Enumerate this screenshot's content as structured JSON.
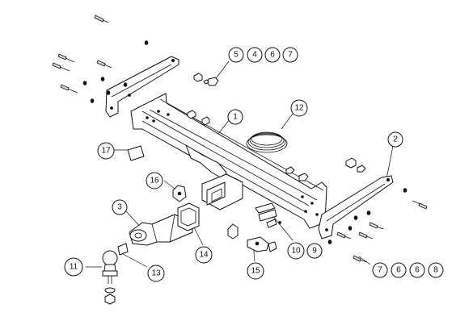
{
  "callouts": [
    {
      "id": "c1",
      "label": "1"
    },
    {
      "id": "c2",
      "label": "2"
    },
    {
      "id": "c3",
      "label": "3"
    },
    {
      "id": "c5",
      "label": "5"
    },
    {
      "id": "c4",
      "label": "4"
    },
    {
      "id": "c6a",
      "label": "6"
    },
    {
      "id": "c7a",
      "label": "7"
    },
    {
      "id": "c9",
      "label": "9"
    },
    {
      "id": "c10",
      "label": "10"
    },
    {
      "id": "c11",
      "label": "11"
    },
    {
      "id": "c12",
      "label": "12"
    },
    {
      "id": "c13",
      "label": "13"
    },
    {
      "id": "c14",
      "label": "14"
    },
    {
      "id": "c15",
      "label": "15"
    },
    {
      "id": "c16",
      "label": "16"
    },
    {
      "id": "c17",
      "label": "17"
    },
    {
      "id": "c7b",
      "label": "7"
    },
    {
      "id": "c6b",
      "label": "6"
    },
    {
      "id": "c6c",
      "label": "6"
    },
    {
      "id": "c8",
      "label": "8"
    }
  ]
}
